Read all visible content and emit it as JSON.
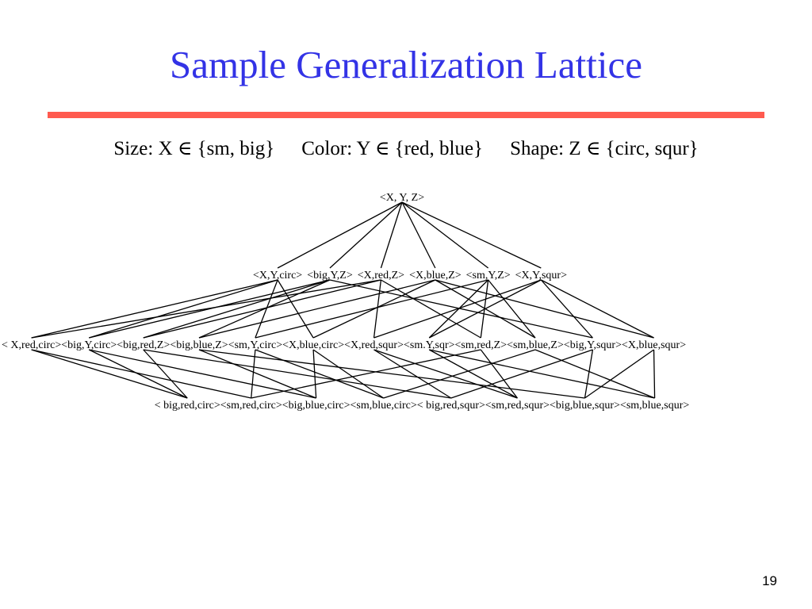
{
  "slide": {
    "title": "Sample Generalization Lattice",
    "title_color": "#3333e6",
    "rule_color": "#ff5a4f",
    "page_number": "19"
  },
  "domains": {
    "size": "Size: X ∈ {sm, big}",
    "color": "Color: Y ∈ {red, blue}",
    "shape": "Shape: Z ∈ {circ, squr}"
  },
  "lattice": {
    "levels": [
      [
        {
          "id": "XYZ",
          "label": "<X, Y, Z>"
        }
      ],
      [
        {
          "id": "XYc",
          "label": "<X,Y,circ>"
        },
        {
          "id": "bYZ",
          "label": "<big,Y,Z>"
        },
        {
          "id": "XrZ",
          "label": "<X,red,Z>"
        },
        {
          "id": "XbZ",
          "label": "<X,blue,Z>"
        },
        {
          "id": "sYZ",
          "label": "<sm,Y,Z>"
        },
        {
          "id": "XYs",
          "label": "<X,Y,squr>"
        }
      ],
      [
        {
          "id": "Xrc",
          "label": "< X,red,circ>"
        },
        {
          "id": "bYc",
          "label": "<big,Y,circ>"
        },
        {
          "id": "brZ",
          "label": "<big,red,Z>"
        },
        {
          "id": "bbZ",
          "label": "<big,blue,Z>"
        },
        {
          "id": "sYc",
          "label": "<sm,Y,circ>"
        },
        {
          "id": "Xbc",
          "label": "<X,blue,circ>"
        },
        {
          "id": "Xrs",
          "label": "<X,red,squr>"
        },
        {
          "id": "sYs",
          "label": "<sm.Y,sqr>"
        },
        {
          "id": "srZ",
          "label": "<sm,red,Z>"
        },
        {
          "id": "sbZ",
          "label": "<sm,blue,Z>"
        },
        {
          "id": "bYs",
          "label": "<big,Y,squr>"
        },
        {
          "id": "Xbs",
          "label": "<X,blue,squr>"
        }
      ],
      [
        {
          "id": "brc",
          "label": "< big,red,circ>"
        },
        {
          "id": "src",
          "label": "<sm,red,circ>"
        },
        {
          "id": "bbc",
          "label": "<big,blue,circ>"
        },
        {
          "id": "sbc",
          "label": "<sm,blue,circ>"
        },
        {
          "id": "brs",
          "label": "< big,red,squr>"
        },
        {
          "id": "srs",
          "label": "<sm,red,squr>"
        },
        {
          "id": "bbs",
          "label": "<big,blue,squr>"
        },
        {
          "id": "sbs",
          "label": "<sm,blue,squr>"
        }
      ]
    ],
    "edges": [
      [
        "XYZ",
        "XYc"
      ],
      [
        "XYZ",
        "bYZ"
      ],
      [
        "XYZ",
        "XrZ"
      ],
      [
        "XYZ",
        "XbZ"
      ],
      [
        "XYZ",
        "sYZ"
      ],
      [
        "XYZ",
        "XYs"
      ],
      [
        "XYc",
        "Xrc"
      ],
      [
        "XYc",
        "bYc"
      ],
      [
        "XYc",
        "sYc"
      ],
      [
        "XYc",
        "Xbc"
      ],
      [
        "bYZ",
        "bYc"
      ],
      [
        "bYZ",
        "brZ"
      ],
      [
        "bYZ",
        "bbZ"
      ],
      [
        "bYZ",
        "bYs"
      ],
      [
        "XrZ",
        "Xrc"
      ],
      [
        "XrZ",
        "brZ"
      ],
      [
        "XrZ",
        "Xrs"
      ],
      [
        "XrZ",
        "srZ"
      ],
      [
        "XbZ",
        "bbZ"
      ],
      [
        "XbZ",
        "Xbc"
      ],
      [
        "XbZ",
        "sbZ"
      ],
      [
        "XbZ",
        "Xbs"
      ],
      [
        "sYZ",
        "sYc"
      ],
      [
        "sYZ",
        "sYs"
      ],
      [
        "sYZ",
        "srZ"
      ],
      [
        "sYZ",
        "sbZ"
      ],
      [
        "XYs",
        "Xrs"
      ],
      [
        "XYs",
        "sYs"
      ],
      [
        "XYs",
        "bYs"
      ],
      [
        "XYs",
        "Xbs"
      ],
      [
        "Xrc",
        "brc"
      ],
      [
        "Xrc",
        "src"
      ],
      [
        "bYc",
        "brc"
      ],
      [
        "bYc",
        "bbc"
      ],
      [
        "brZ",
        "brc"
      ],
      [
        "brZ",
        "brs"
      ],
      [
        "bbZ",
        "bbc"
      ],
      [
        "bbZ",
        "bbs"
      ],
      [
        "sYc",
        "src"
      ],
      [
        "sYc",
        "sbc"
      ],
      [
        "Xbc",
        "bbc"
      ],
      [
        "Xbc",
        "sbc"
      ],
      [
        "Xrs",
        "brs"
      ],
      [
        "Xrs",
        "srs"
      ],
      [
        "sYs",
        "srs"
      ],
      [
        "sYs",
        "sbs"
      ],
      [
        "srZ",
        "src"
      ],
      [
        "srZ",
        "srs"
      ],
      [
        "sbZ",
        "sbc"
      ],
      [
        "sbZ",
        "sbs"
      ],
      [
        "bYs",
        "brs"
      ],
      [
        "bYs",
        "bbs"
      ],
      [
        "Xbs",
        "bbs"
      ],
      [
        "Xbs",
        "sbs"
      ]
    ]
  }
}
